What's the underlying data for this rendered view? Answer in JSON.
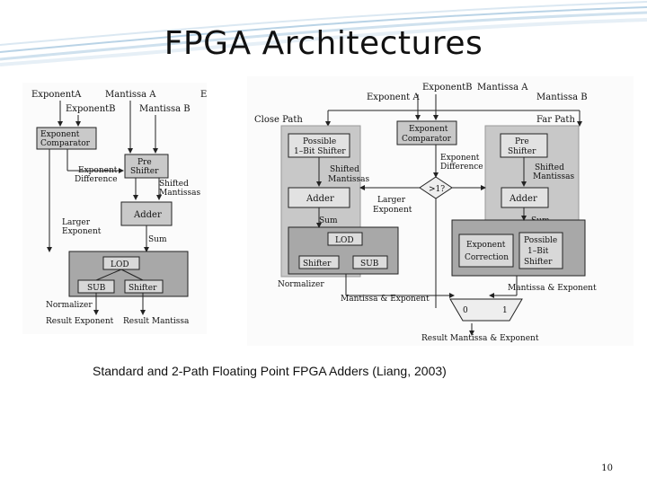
{
  "slide": {
    "title": "FPGA Architectures",
    "caption": "Standard and 2-Path Floating Point FPGA  Adders (Liang, 2003)",
    "page_number": "10"
  },
  "left_diagram": {
    "inputs": [
      "ExponentA",
      "Mantissa A",
      "ExponentB",
      "Mantissa B"
    ],
    "exponent_comparator": [
      "Exponent",
      "Comparator"
    ],
    "pre_shifter": [
      "Pre",
      "Shifter"
    ],
    "exponent_difference": [
      "Exponent",
      "Difference"
    ],
    "shifted_mantissas": [
      "Shifted",
      "Mantissas"
    ],
    "adder": "Adder",
    "larger_exponent": [
      "Larger",
      "Exponent"
    ],
    "sum": "Sum",
    "lod": "LOD",
    "sub": "SUB",
    "shifter": "Shifter",
    "normalizer": "Normalizer",
    "result_exponent": "Result Exponent",
    "result_mantissa": "Result Mantissa"
  },
  "right_diagram": {
    "top_inputs": [
      "ExponentB",
      "Mantissa A"
    ],
    "exponent_a": "Exponent A",
    "mantissa_b": "Mantissa B",
    "close_path": "Close Path",
    "far_path": "Far Path",
    "exponent_comparator": [
      "Exponent",
      "Comparator"
    ],
    "possible_shifter": [
      "Possible",
      "1–Bit Shifter"
    ],
    "exponent_difference": [
      "Exponent",
      "Difference"
    ],
    "pre_shifter": [
      "Pre",
      "Shifter"
    ],
    "shifted_mantissas_left": [
      "Shifted",
      "Mantissas"
    ],
    "shifted_mantissas_right": [
      "Shifted",
      "Mantissas"
    ],
    "decision": ">1?",
    "adder_left": "Adder",
    "adder_right": "Adder",
    "larger_exponent": [
      "Larger",
      "Exponent"
    ],
    "sum_left": "Sum",
    "sum_right": "Sum",
    "lod": "LOD",
    "shifter": "Shifter",
    "sub": "SUB",
    "exponent_correction": [
      "Exponent",
      "Correction"
    ],
    "possible_1bit_shifter": [
      "Possible",
      "1–Bit",
      "Shifter"
    ],
    "normalizer": "Normalizer",
    "mantissa_exponent_left": "Mantissa & Exponent",
    "mantissa_exponent_right": "Mantissa & Exponent",
    "mux_0": "0",
    "mux_1": "1",
    "result": "Result Mantissa & Exponent"
  }
}
